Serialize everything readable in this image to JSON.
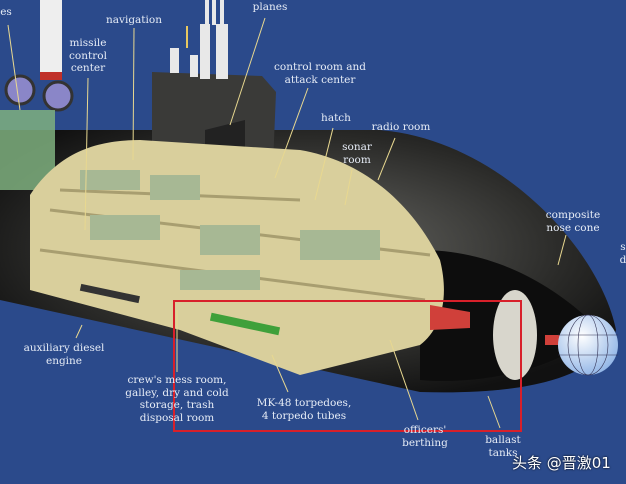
{
  "labels": {
    "partial_left": "es",
    "navigation": "navigation",
    "missile_control": [
      "missile",
      "control",
      "center"
    ],
    "planes": "planes",
    "control_room": [
      "control room and",
      "attack center"
    ],
    "hatch": "hatch",
    "sonar_room": [
      "sonar",
      "room"
    ],
    "radio_room": "radio room",
    "nose_cone": [
      "composite",
      "nose cone"
    ],
    "partial_right": [
      "s",
      "d"
    ],
    "diesel": [
      "auxiliary diesel",
      "engine"
    ],
    "crew_mess": [
      "crew's mess room,",
      "galley, dry and cold",
      "storage, trash",
      "disposal room"
    ],
    "torpedoes": [
      "MK-48 torpedoes,",
      "4 torpedo tubes"
    ],
    "officers": [
      "officers'",
      "berthing"
    ],
    "ballast": [
      "ballast",
      "tanks"
    ]
  },
  "watermark": "头条 @晋激01",
  "colors": {
    "background": "#2b4a8b",
    "highlight_box": "#d8202a",
    "hull": "#1c1c1c",
    "interior": "#d9cf9c"
  }
}
